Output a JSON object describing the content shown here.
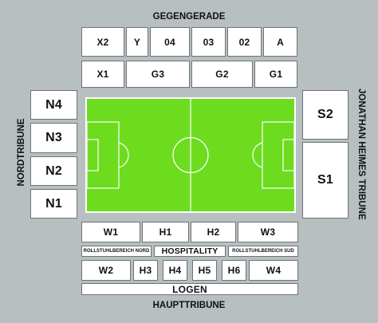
{
  "labels": {
    "north_stand": "GEGENGERADE",
    "west_stand": "NORDTRIBUNE",
    "east_stand": "JONATHAN HEIMES TRIBUNE",
    "south_stand": "HAUPTTRIBUNE"
  },
  "top_row1": [
    "X2",
    "Y",
    "04",
    "03",
    "02",
    "A"
  ],
  "top_row2": [
    "X1",
    "G3",
    "G2",
    "G1"
  ],
  "left_blocks": [
    "N4",
    "N3",
    "N2",
    "N1"
  ],
  "right_blocks": [
    "S2",
    "S1"
  ],
  "bottom_row1": [
    "W1",
    "H1",
    "H2",
    "W3"
  ],
  "bottom_row2": [
    "ROLLSTUHLBEREICH NORD",
    "HOSPITALITY",
    "ROLLSTUHLBEREICH SUD"
  ],
  "bottom_row3": [
    "W2",
    "H3",
    "H4",
    "H5",
    "H6",
    "W4"
  ],
  "bottom_row4": [
    "LOGEN"
  ],
  "colors": {
    "background": "#b8bfc1",
    "pitch": "#6ddc1e",
    "block": "#ffffff",
    "block_border": "#6e7476"
  }
}
